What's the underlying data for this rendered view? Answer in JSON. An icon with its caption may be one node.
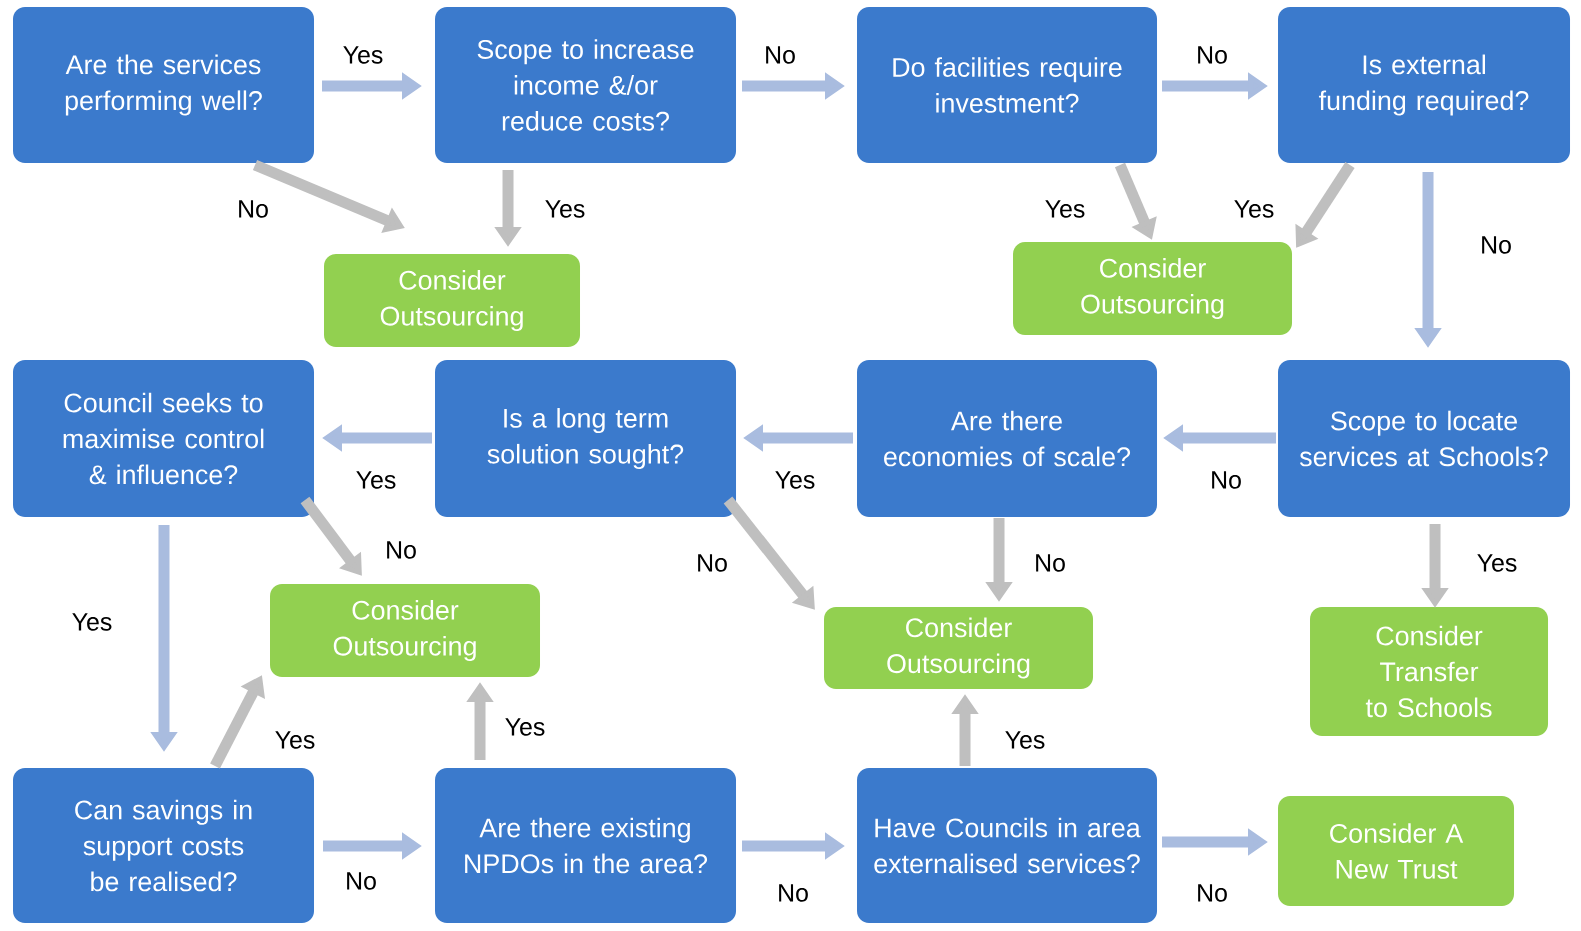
{
  "diagram": {
    "nodes": [
      {
        "text": [
          "Are the services performing well?"
        ]
      },
      {
        "text": [
          "Scope to increase income &/or reduce costs?"
        ]
      },
      {
        "text": [
          "Do facilities require investment?"
        ]
      },
      {
        "text": [
          "Is external funding required?"
        ]
      },
      {
        "text": [
          "Consider Outsourcing"
        ]
      },
      {
        "text": [
          "Consider Outsourcing"
        ]
      },
      {
        "text": [
          "Council seeks to maximise control & influence?"
        ]
      },
      {
        "text": [
          "Is a long term solution sought?"
        ]
      },
      {
        "text": [
          "Are there economies of scale?"
        ]
      },
      {
        "text": [
          "Scope to locate services at Schools?"
        ]
      },
      {
        "text": [
          "Consider Outsourcing"
        ]
      },
      {
        "text": [
          "Consider Outsourcing"
        ]
      },
      {
        "text": [
          "Consider Transfer to Schools"
        ]
      },
      {
        "text": [
          "Can savings in support costs be realised?"
        ]
      },
      {
        "text": [
          "Are there existing NPDOs in the area?"
        ]
      },
      {
        "text": [
          "Have Councils in area externalised services?"
        ]
      },
      {
        "text": [
          "Consider A New Trust"
        ]
      }
    ],
    "edges": [
      {
        "from": 0,
        "to": 1,
        "arrow": "to",
        "label": "Yes",
        "color": "#a9bcdf"
      },
      {
        "from": 0,
        "to": 4,
        "arrow": "to",
        "label": "No"
      },
      {
        "from": 1,
        "to": 2,
        "arrow": "to",
        "label": "No",
        "color": "#a9bcdf"
      },
      {
        "from": 1,
        "to": 4,
        "arrow": "to",
        "label": "Yes"
      },
      {
        "from": 2,
        "to": 3,
        "arrow": "to",
        "label": "No",
        "color": "#a9bcdf"
      },
      {
        "from": 2,
        "to": 5,
        "arrow": "to",
        "label": "Yes"
      },
      {
        "from": 3,
        "to": 5,
        "arrow": "to",
        "label": "Yes"
      },
      {
        "from": 3,
        "to": 9,
        "arrow": "to",
        "label": "No",
        "color": "#a9bcdf"
      },
      {
        "from": 9,
        "to": 8,
        "arrow": "to",
        "label": "No",
        "color": "#a9bcdf"
      },
      {
        "from": 9,
        "to": 12,
        "arrow": "to",
        "label": "Yes"
      },
      {
        "from": 8,
        "to": 7,
        "arrow": "to",
        "label": "Yes",
        "color": "#a9bcdf"
      },
      {
        "from": 8,
        "to": 11,
        "arrow": "to",
        "label": "No"
      },
      {
        "from": 7,
        "to": 6,
        "arrow": "to",
        "label": "Yes",
        "color": "#a9bcdf"
      },
      {
        "from": 7,
        "to": 11,
        "arrow": "to",
        "label": "No"
      },
      {
        "from": 6,
        "to": 10,
        "arrow": "to",
        "label": "No"
      },
      {
        "from": 6,
        "to": 13,
        "arrow": "to",
        "label": "Yes",
        "color": "#a9bcdf"
      },
      {
        "from": 13,
        "to": 10,
        "arrow": "to",
        "label": "Yes"
      },
      {
        "from": 13,
        "to": 14,
        "arrow": "to",
        "label": "No",
        "color": "#a9bcdf"
      },
      {
        "from": 14,
        "to": 10,
        "arrow": "to",
        "label": "Yes"
      },
      {
        "from": 14,
        "to": 15,
        "arrow": "to",
        "label": "No",
        "color": "#a9bcdf"
      },
      {
        "from": 15,
        "to": 11,
        "arrow": "to",
        "label": "Yes"
      },
      {
        "from": 15,
        "to": 16,
        "arrow": "to",
        "label": "No",
        "color": "#a9bcdf"
      }
    ]
  }
}
